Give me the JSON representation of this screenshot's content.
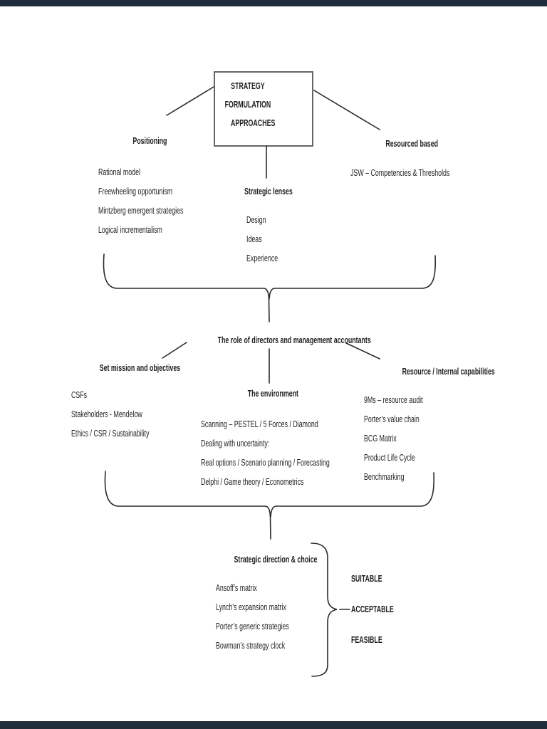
{
  "page": {
    "background": "#ffffff",
    "edge_bar_color": "#1f2d3d",
    "ink_color": "#1f1f1f",
    "box_border_color": "#666666"
  },
  "root_box": {
    "line1": "STRATEGY FORMULATION",
    "line2": "APPROACHES"
  },
  "top_branches": {
    "positioning": {
      "heading": "Positioning",
      "items": [
        "Rational model",
        "Freewheeling opportunism",
        "Mintzberg emergent strategies",
        "Logical incrementalism"
      ]
    },
    "strategic_lenses": {
      "heading": "Strategic lenses",
      "items": [
        "Design",
        "Ideas",
        "Experience"
      ]
    },
    "resource_based": {
      "heading": "Resourced based",
      "items": [
        "JSW – Competencies & Thresholds"
      ]
    }
  },
  "middle": {
    "heading": "The role of directors and management accountants",
    "mission": {
      "heading": "Set mission and objectives",
      "items": [
        "CSFs",
        "Stakeholders - Mendelow",
        "Ethics / CSR / Sustainability"
      ]
    },
    "environment": {
      "heading": "The environment",
      "items": [
        "Scanning – PESTEL / 5 Forces / Diamond",
        "Dealing with uncertainty:",
        "Real options / Scenario planning / Forecasting",
        "Delphi / Game theory / Econometrics"
      ]
    },
    "capabilities": {
      "heading": "Resource / Internal capabilities",
      "items": [
        "9Ms – resource audit",
        "Porter’s value chain",
        "BCG Matrix",
        "Product Life Cycle",
        "Benchmarking"
      ]
    }
  },
  "bottom": {
    "heading": "Strategic direction & choice",
    "items": [
      "Ansoff’s matrix",
      "Lynch’s expansion matrix",
      "Porter’s generic strategies",
      "Bowman’s strategy clock"
    ],
    "criteria": [
      "SUITABLE",
      "ACCEPTABLE",
      "FEASIBLE"
    ]
  }
}
